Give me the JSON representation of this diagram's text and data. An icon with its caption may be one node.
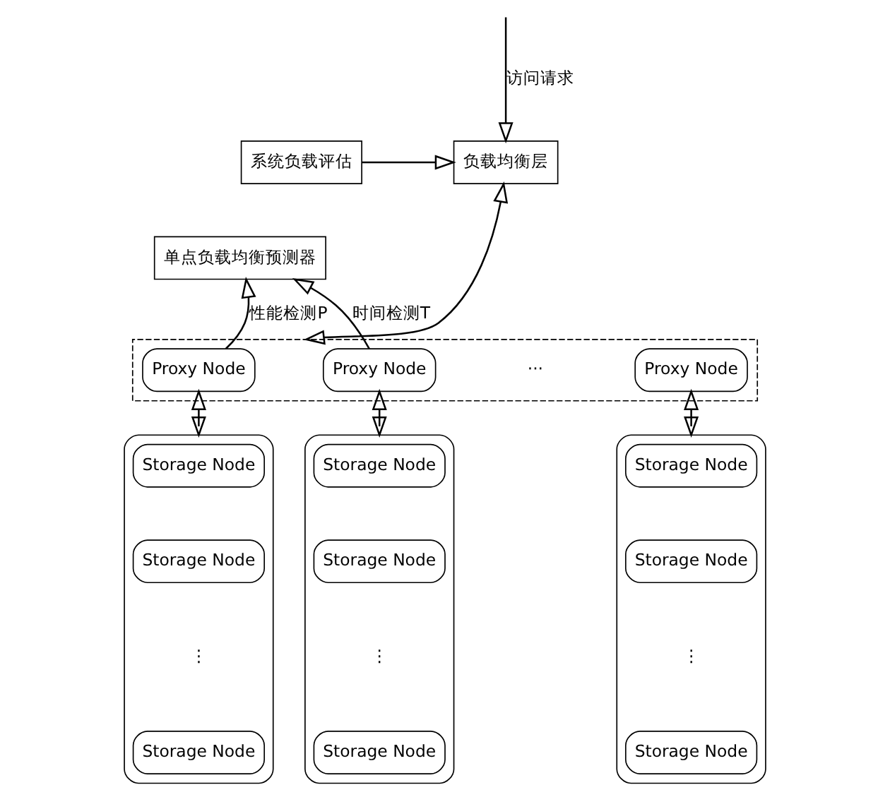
{
  "diagram": {
    "nodes": [
      {
        "text": [
          "系统负载评估"
        ]
      },
      {
        "text": [
          "负载均衡层"
        ]
      },
      {
        "text": [
          "单点负载均衡预测器"
        ]
      },
      {
        "text": [],
        "shape": "box"
      },
      {
        "text": [
          "Proxy Node"
        ],
        "in": 3
      },
      {
        "text": [
          "Proxy Node"
        ],
        "in": 3
      },
      {
        "text": [
          "Proxy Node"
        ],
        "in": 3
      },
      {
        "text": [],
        "shape": "box"
      },
      {
        "text": [
          "Storage Node"
        ],
        "in": 7
      },
      {
        "text": [
          "Storage Node"
        ],
        "in": 7
      },
      {
        "text": [
          "Storage Node"
        ],
        "in": 7
      },
      {
        "text": [],
        "shape": "box"
      },
      {
        "text": [
          "Storage Node"
        ],
        "in": 11
      },
      {
        "text": [
          "Storage Node"
        ],
        "in": 11
      },
      {
        "text": [
          "Storage Node"
        ],
        "in": 11
      },
      {
        "text": [],
        "shape": "box"
      },
      {
        "text": [
          "Storage Node"
        ],
        "in": 15
      },
      {
        "text": [
          "Storage Node"
        ],
        "in": 15
      },
      {
        "text": [
          "Storage Node"
        ],
        "in": 15
      }
    ],
    "edges": [
      {
        "from": null,
        "to": 1,
        "arrow": "to",
        "label": "访问请求"
      },
      {
        "from": 0,
        "to": 1,
        "arrow": "to"
      },
      {
        "from": 4,
        "to": 2,
        "arrow": "to",
        "label": "性能检测P"
      },
      {
        "from": 5,
        "to": 2,
        "arrow": "to",
        "label": "时间检测T"
      },
      {
        "from": 1,
        "to": 3,
        "arrow": "both"
      },
      {
        "from": 4,
        "to": 7,
        "arrow": "both"
      },
      {
        "from": 5,
        "to": 11,
        "arrow": "both"
      },
      {
        "from": 6,
        "to": 15,
        "arrow": "both"
      }
    ],
    "labels": [
      "···",
      "⋮",
      "⋮",
      "⋮"
    ]
  }
}
